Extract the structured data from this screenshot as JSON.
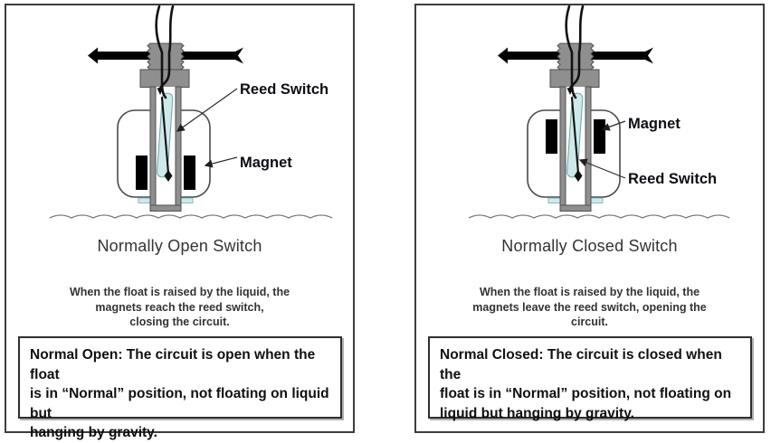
{
  "panels": {
    "left": {
      "title": "Normally Open Switch",
      "description": "When the float is raised by the liquid, the\nmagnets reach the reed switch,\nclosing the circuit.",
      "note": "Normal Open: The circuit is open when the float\nis in “Normal” position, not floating on liquid but\nhanging by gravity.",
      "labels": {
        "reed_switch": "Reed Switch",
        "magnet": "Magnet"
      }
    },
    "right": {
      "title": "Normally Closed Switch",
      "description": "When the float is raised by the liquid, the\nmagnets leave the reed switch, opening the\ncircuit.",
      "note": "Normal Closed: The circuit is closed when the\nfloat is in “Normal” position, not floating on\nliquid but hanging by gravity.",
      "labels": {
        "reed_switch": "Reed Switch",
        "magnet": "Magnet"
      }
    }
  },
  "diagram": {
    "colors": {
      "metal": "#8f8f8f",
      "metal_outline": "#4f4f4f",
      "magnet": "#000000",
      "reed_glass": "#cfe9ea",
      "reed_outline": "#76a9ad",
      "float_outline": "#4a4a4a",
      "wire": "#111111",
      "water_line": "#7a7a7a",
      "label_text": "#0d0d14"
    }
  }
}
